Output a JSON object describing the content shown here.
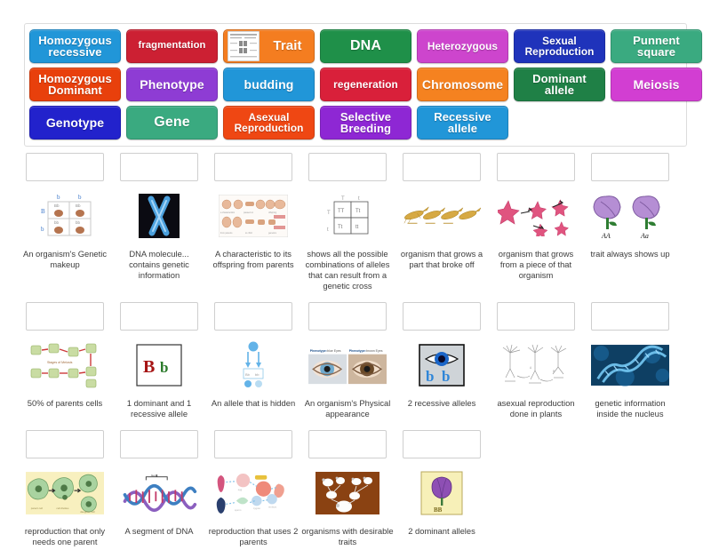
{
  "app": {
    "type": "match-up-word-bank-activity"
  },
  "word_bank": {
    "rows": [
      [
        {
          "label": "Homozygous recessive",
          "color": "#2196d8",
          "text_color": "#ffffff",
          "has_thumb": false,
          "width": "w1"
        },
        {
          "label": "fragmentation",
          "color": "#cc2033",
          "text_color": "#ffffff",
          "has_thumb": false,
          "width": "w1"
        },
        {
          "label": "Trait",
          "color": "#f47d20",
          "text_color": "#ffffff",
          "has_thumb": true,
          "width": "w1"
        },
        {
          "label": "DNA",
          "color": "#1f9049",
          "text_color": "#ffffff",
          "has_thumb": false,
          "width": "w1"
        },
        {
          "label": "Heterozygous",
          "color": "#cd45cd",
          "text_color": "#ffffff",
          "has_thumb": false,
          "width": "w1"
        },
        {
          "label": "Sexual Reproduction",
          "color": "#1f33bb",
          "text_color": "#ffffff",
          "has_thumb": false,
          "width": "w1"
        },
        {
          "label": "Punnent square",
          "color": "#3aaa80",
          "text_color": "#ffffff",
          "has_thumb": false,
          "width": "w1"
        }
      ],
      [
        {
          "label": "Homozygous Dominant",
          "color": "#e8400c",
          "text_color": "#ffffff",
          "has_thumb": false,
          "width": "w1"
        },
        {
          "label": "Phenotype",
          "color": "#8e3cd4",
          "text_color": "#ffffff",
          "has_thumb": false,
          "width": "w1"
        },
        {
          "label": "budding",
          "color": "#2196d8",
          "text_color": "#ffffff",
          "has_thumb": false,
          "width": "w1"
        },
        {
          "label": "regeneration",
          "color": "#d9203a",
          "text_color": "#ffffff",
          "has_thumb": false,
          "width": "w1"
        },
        {
          "label": "Chromosome",
          "color": "#f58220",
          "text_color": "#ffffff",
          "has_thumb": false,
          "width": "w1"
        },
        {
          "label": "Dominant allele",
          "color": "#1f8046",
          "text_color": "#ffffff",
          "has_thumb": false,
          "width": "w1"
        },
        {
          "label": "Meiosis",
          "color": "#d23ed2",
          "text_color": "#ffffff",
          "has_thumb": false,
          "width": "w1"
        }
      ],
      [
        {
          "label": "Genotype",
          "color": "#2222cc",
          "text_color": "#ffffff",
          "has_thumb": false,
          "width": "w1"
        },
        {
          "label": "Gene",
          "color": "#3aaa80",
          "text_color": "#ffffff",
          "has_thumb": false,
          "width": "w1"
        },
        {
          "label": "Asexual Reproduction",
          "color": "#ef4713",
          "text_color": "#ffffff",
          "has_thumb": false,
          "width": "w1"
        },
        {
          "label": "Selective Breeding",
          "color": "#8e27d4",
          "text_color": "#ffffff",
          "has_thumb": false,
          "width": "w1"
        },
        {
          "label": "Recessive allele",
          "color": "#2196d8",
          "text_color": "#ffffff",
          "has_thumb": false,
          "width": "w1"
        }
      ]
    ]
  },
  "cards": {
    "rows": [
      [
        {
          "caption": "An organism's Genetic makeup",
          "art": "punnett-rabbits",
          "slot_value": ""
        },
        {
          "caption": "DNA molecule... contains genetic information",
          "art": "chromosome-x",
          "slot_value": ""
        },
        {
          "caption": "A characteristic to its offspring from parents",
          "art": "trait-chart",
          "slot_value": ""
        },
        {
          "caption": "shows all the possible combinations of alleles that can result from a genetic cross",
          "art": "punnett-grid",
          "slot_value": ""
        },
        {
          "caption": "organism that grows a part that broke off",
          "art": "lizards",
          "slot_value": ""
        },
        {
          "caption": "organism that grows from a piece of that organism",
          "art": "starfish",
          "slot_value": ""
        },
        {
          "caption": "trait always shows up",
          "art": "flowers-aa",
          "slot_value": ""
        }
      ],
      [
        {
          "caption": "50% of parents cells",
          "art": "meiosis-diagram",
          "slot_value": ""
        },
        {
          "caption": "1 dominant and 1 recessive allele",
          "art": "bb-letters",
          "slot_value": ""
        },
        {
          "caption": "An allele that is hidden",
          "art": "recessive-diagram",
          "slot_value": ""
        },
        {
          "caption": "An organism's Physical appearance",
          "art": "eyes-phenotype",
          "slot_value": ""
        },
        {
          "caption": "2 recessive alleles",
          "art": "eye-bb",
          "slot_value": ""
        },
        {
          "caption": "asexual reproduction done in plants",
          "art": "plants-runners",
          "slot_value": ""
        },
        {
          "caption": "genetic information inside the nucleus",
          "art": "dna-helix-blue",
          "slot_value": ""
        }
      ],
      [
        {
          "caption": "reproduction that only needs one parent",
          "art": "budding-cells",
          "slot_value": ""
        },
        {
          "caption": "A segment of DNA",
          "art": "dna-segment",
          "slot_value": ""
        },
        {
          "caption": "reproduction that uses 2 parents",
          "art": "sexual-repro-diagram",
          "slot_value": ""
        },
        {
          "caption": "organisms with desirable traits",
          "art": "selective-breeding-cows",
          "slot_value": ""
        },
        {
          "caption": "2 dominant alleles",
          "art": "flower-bb",
          "slot_value": ""
        }
      ]
    ]
  },
  "art_labels": {
    "bb": "Bb",
    "b_upper": "B",
    "b_lower": "b",
    "bb_blue": "b b",
    "BB": "BB",
    "AA": "AA",
    "Aa": "Aa"
  },
  "colors": {
    "slot_border": "#cfcfcf",
    "panel_border": "#dcdcdc",
    "caption_text": "#3c3c3c",
    "page_background": "#ffffff"
  }
}
